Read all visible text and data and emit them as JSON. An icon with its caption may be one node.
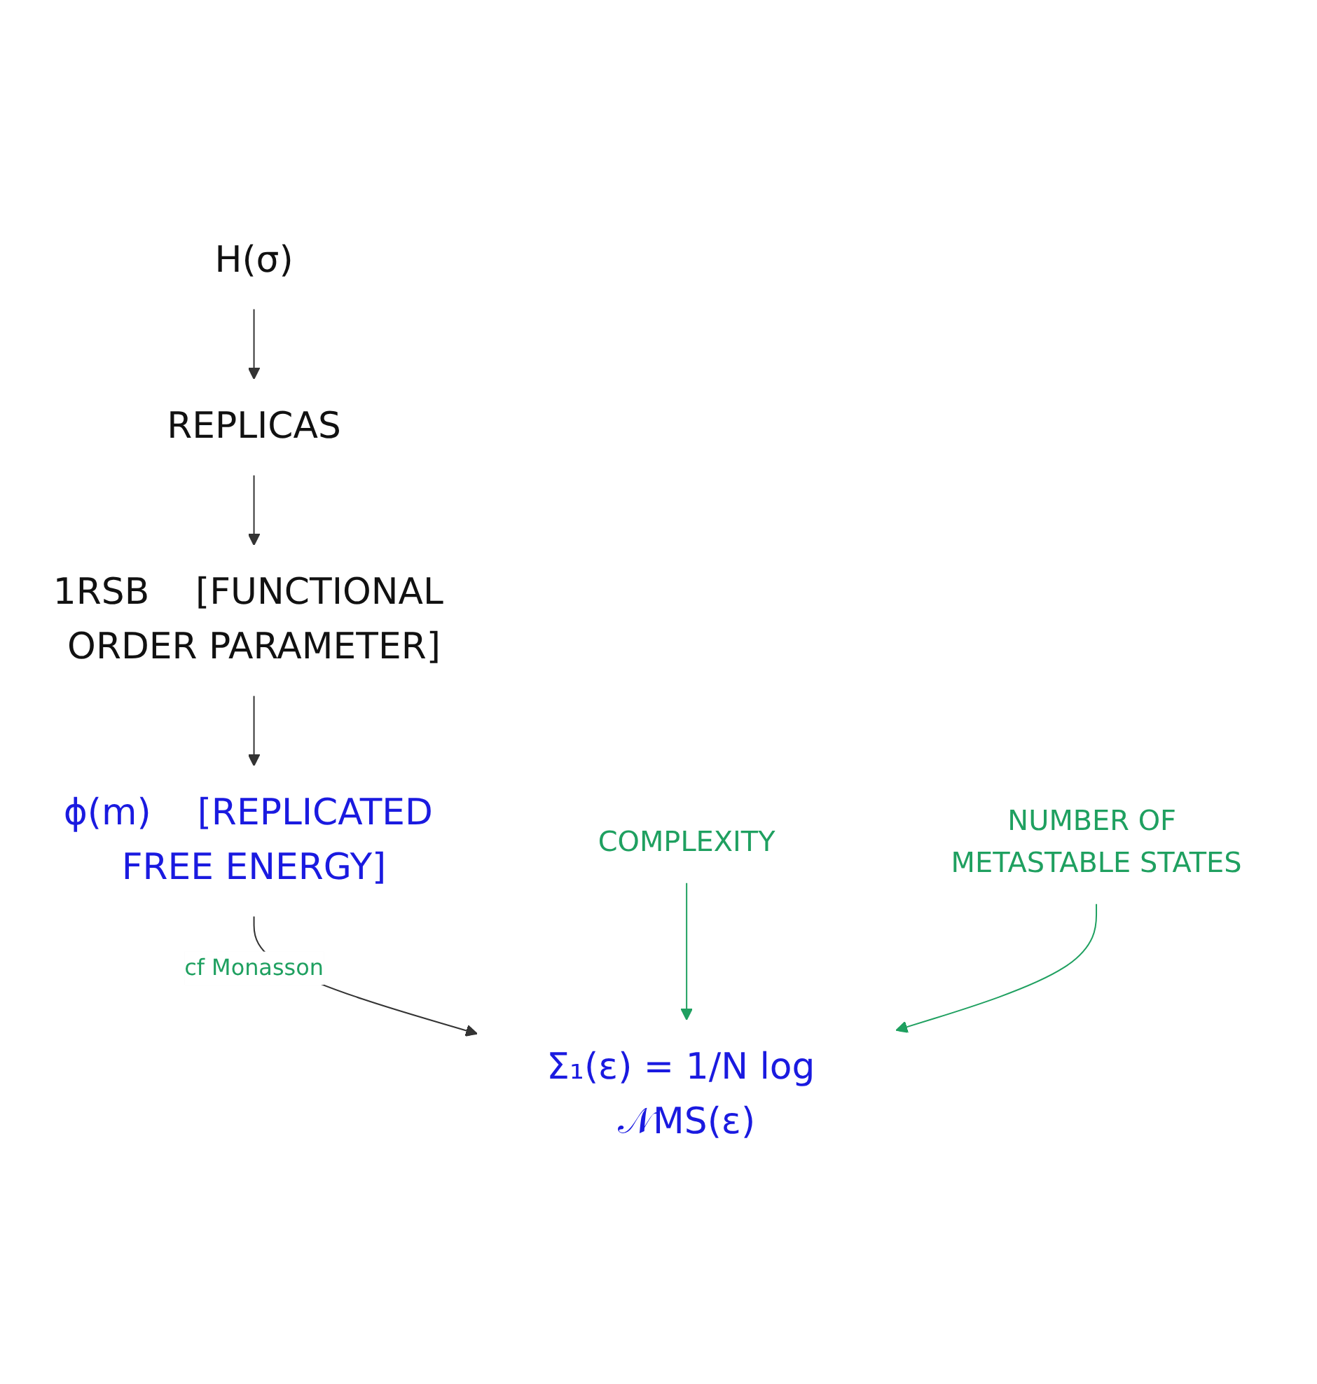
{
  "diagram": {
    "nodes": [
      {
        "text": [
          "H(σ)"
        ]
      },
      {
        "text": [
          "REPLICAS"
        ]
      },
      {
        "text": [
          "1RSB"
        ],
        "beside": [
          "[FUNCTIONAL ORDER PARAMETER]"
        ]
      },
      {
        "text": [
          "ϕ(m)"
        ],
        "beside": [
          "[REPLICATED FREE ENERGY]"
        ]
      },
      {
        "text": [
          "Σ₁(ε) = 1/N log 𝒩MS(ε)"
        ]
      },
      {
        "text": [
          "COMPLEXITY"
        ]
      },
      {
        "text": [
          "NUMBER OF METASTABLE STATES"
        ]
      }
    ],
    "edges": [
      {
        "from": 0,
        "to": 1,
        "arrow": "to"
      },
      {
        "from": 1,
        "to": 2,
        "arrow": "to"
      },
      {
        "from": 2,
        "to": 3,
        "arrow": "to"
      },
      {
        "from": 3,
        "to": 4,
        "arrow": "to",
        "label": "cf Monasson"
      },
      {
        "from": 5,
        "to": 4,
        "arrow": "to",
        "color": "#1fa060"
      },
      {
        "from": 6,
        "to": 4,
        "arrow": "to",
        "color": "#1fa060"
      }
    ]
  }
}
